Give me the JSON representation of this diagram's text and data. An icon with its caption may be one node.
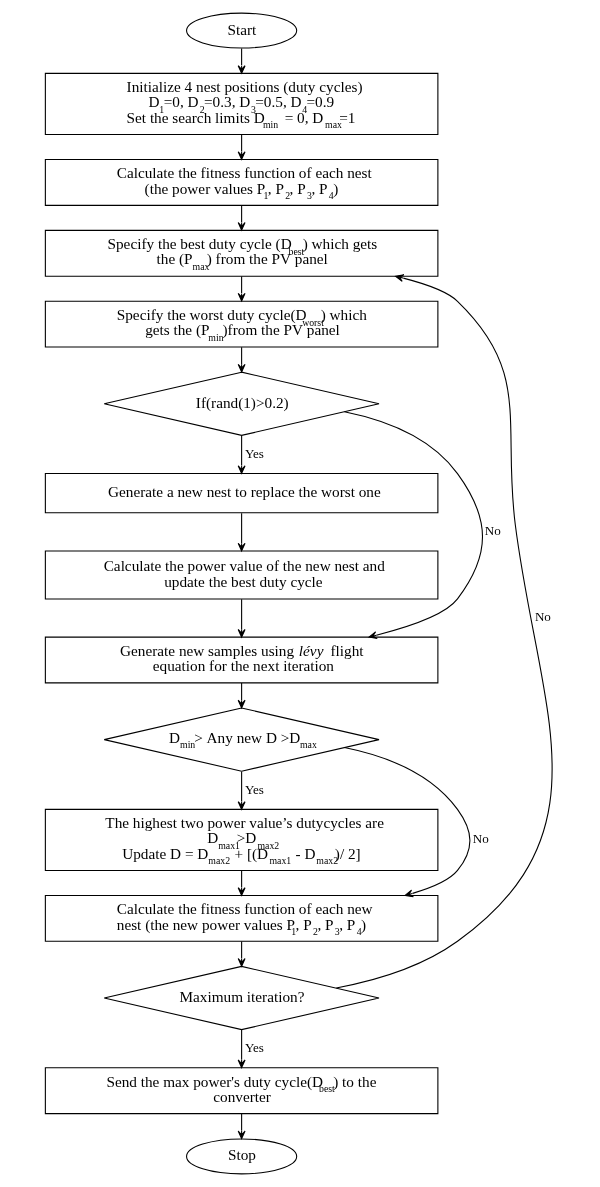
{
  "diagram": {
    "nodes": [
      {
        "text": [
          "Start"
        ]
      },
      {
        "text": [
          "Initialize 4 nest positions (duty cycles)",
          "D$_{1}$=0, D$_{2}$=0.3, D$_{3}$=0.5, D$_{4}$=0.9",
          "Set the search limits D$_{min}$ = 0, D$_{max}$=1"
        ]
      },
      {
        "text": [
          "Calculate the fitness function of each nest (the power values P$_{1}$, P$_{2}$, P$_{3}$, P$_{4}$)"
        ]
      },
      {
        "text": [
          "Specify the best duty cycle (D$_{best}$) which gets the (P$_{max}$) from the PV panel"
        ]
      },
      {
        "text": [
          "Specify the worst duty cycle(D$_{worst}$) which gets the (P$_{min}$)from the PV panel"
        ]
      },
      {
        "text": [
          "If(rand(1)>0.2)"
        ]
      },
      {
        "text": [
          "Generate a new nest to replace the worst one"
        ]
      },
      {
        "text": [
          "Calculate the power value of the new nest and update the best duty cycle"
        ]
      },
      {
        "text": [
          "Generate new samples using *lévy* flight equation for the next iteration"
        ]
      },
      {
        "text": [
          "D$_{min}$> Any new D >D$_{max}$"
        ]
      },
      {
        "text": [
          "The highest two power value’s dutycycles are D$_{max1}$>D$_{max2}$",
          "Update D = D$_{max2}$ + [(D$_{max1}$ - D$_{max2}$)/ 2]"
        ]
      },
      {
        "text": [
          "Calculate the fitness function of each new nest (the new power values P$_{1}$, P$_{2}$, P$_{3}$, P$_{4}$)"
        ]
      },
      {
        "text": [
          "Maximum iteration?"
        ]
      },
      {
        "text": [
          "Send the max power's duty cycle(D$_{best}$) to the converter"
        ]
      },
      {
        "text": [
          "Stop"
        ]
      }
    ],
    "edges": [
      {
        "from": 0,
        "to": 1,
        "arrow": "to"
      },
      {
        "from": 1,
        "to": 2,
        "arrow": "to"
      },
      {
        "from": 2,
        "to": 3,
        "arrow": "to"
      },
      {
        "from": 3,
        "to": 4,
        "arrow": "to"
      },
      {
        "from": 4,
        "to": 5,
        "arrow": "to"
      },
      {
        "from": 5,
        "to": 6,
        "arrow": "to",
        "label": "Yes"
      },
      {
        "from": 5,
        "to": 8,
        "arrow": "to",
        "label": "No"
      },
      {
        "from": 6,
        "to": 7,
        "arrow": "to"
      },
      {
        "from": 7,
        "to": 8,
        "arrow": "to"
      },
      {
        "from": 8,
        "to": 9,
        "arrow": "to"
      },
      {
        "from": 9,
        "to": 10,
        "arrow": "to",
        "label": "Yes"
      },
      {
        "from": 9,
        "to": 11,
        "arrow": "to",
        "label": "No"
      },
      {
        "from": 10,
        "to": 11,
        "arrow": "to"
      },
      {
        "from": 11,
        "to": 12,
        "arrow": "to"
      },
      {
        "from": 12,
        "to": 3,
        "arrow": "to",
        "label": "No"
      },
      {
        "from": 12,
        "to": 13,
        "arrow": "to",
        "label": "Yes"
      },
      {
        "from": 13,
        "to": 14,
        "arrow": "to"
      }
    ]
  }
}
